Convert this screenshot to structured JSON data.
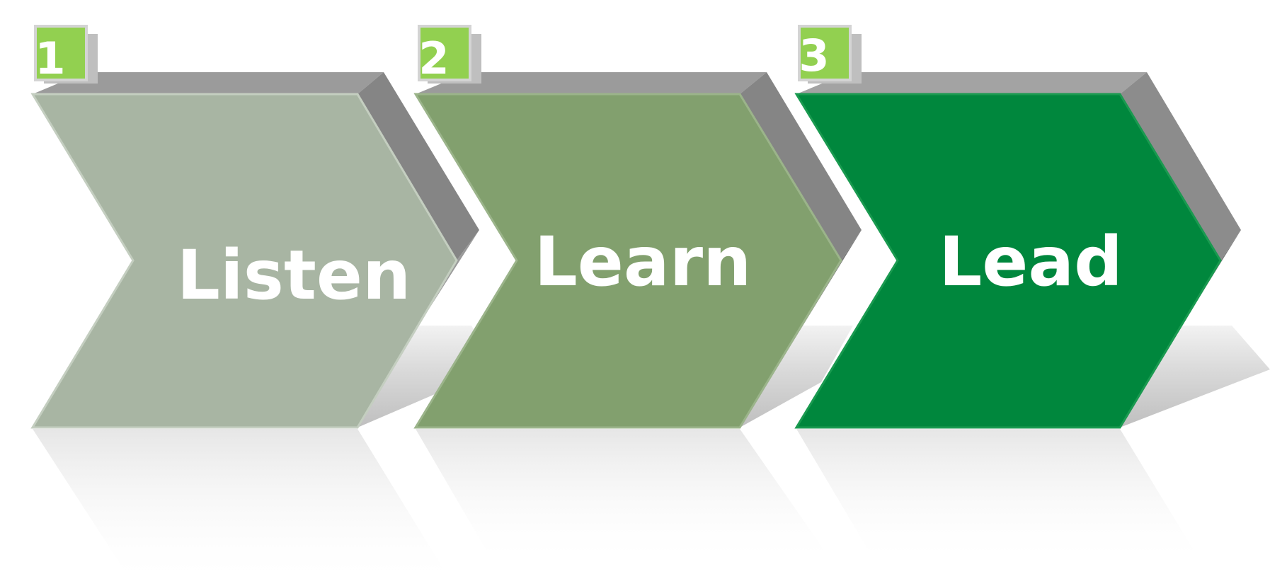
{
  "steps": [
    {
      "number": "1",
      "label": "Listen",
      "face_color": "#A8B5A3"
    },
    {
      "number": "2",
      "label": "Learn",
      "face_color": "#82A06E"
    },
    {
      "number": "3",
      "label": "Lead",
      "face_color": "#00873D"
    }
  ],
  "colors": {
    "badge_green": "#92D050",
    "top_bevel": "#9B9B9B",
    "side_bevel": "#858585"
  }
}
